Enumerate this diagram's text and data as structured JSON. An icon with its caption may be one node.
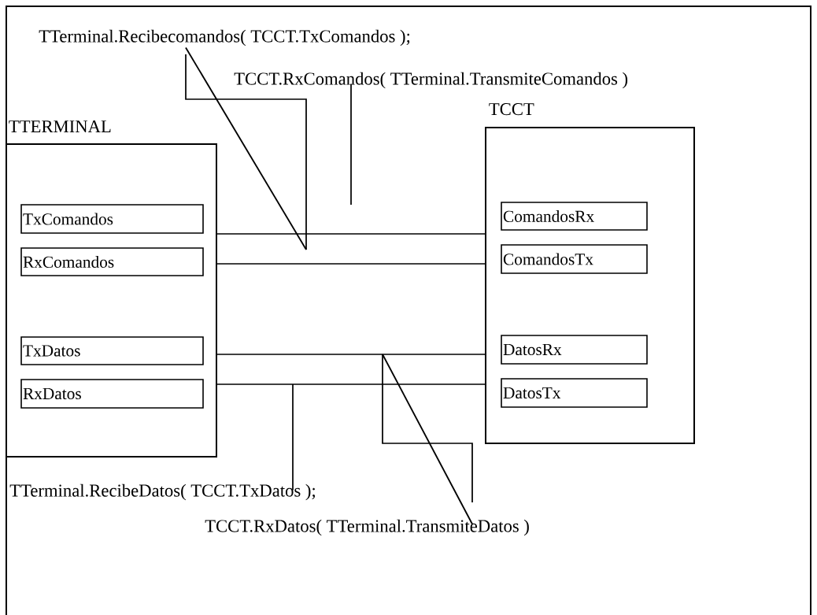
{
  "diagram": {
    "nodes": [
      {
        "text": [
          "TTERMINAL"
        ]
      },
      {
        "text": [
          "TxComandos"
        ],
        "in": 0
      },
      {
        "text": [
          "RxComandos"
        ],
        "in": 0
      },
      {
        "text": [
          "TxDatos"
        ],
        "in": 0
      },
      {
        "text": [
          "RxDatos"
        ],
        "in": 0
      },
      {
        "text": [
          "TCCT"
        ]
      },
      {
        "text": [
          "ComandosRx"
        ],
        "in": 5
      },
      {
        "text": [
          "ComandosTx"
        ],
        "in": 5
      },
      {
        "text": [
          "DatosRx"
        ],
        "in": 5
      },
      {
        "text": [
          "DatosTx"
        ],
        "in": 5
      },
      {
        "text": [
          "TTerminal.Recibecomandos( TCCT.TxComandos );"
        ]
      },
      {
        "text": [
          "TCCT.RxComandos( TTerminal.TransmiteComandos )"
        ]
      },
      {
        "text": [
          "TTerminal.RecibeDatos( TCCT.TxDatos );"
        ]
      },
      {
        "text": [
          "TCCT.RxDatos( TTerminal.TransmiteDatos )"
        ]
      }
    ],
    "edges": [
      {
        "from": 1,
        "to": 6,
        "arrow": "none"
      },
      {
        "from": 2,
        "to": 7,
        "arrow": "none"
      },
      {
        "from": 3,
        "to": 8,
        "arrow": "none"
      },
      {
        "from": 4,
        "to": 9,
        "arrow": "none"
      },
      {
        "from": 10,
        "to": null,
        "arrow": "none"
      },
      {
        "from": 11,
        "to": null,
        "arrow": "none"
      },
      {
        "from": 12,
        "to": null,
        "arrow": "none"
      },
      {
        "from": 13,
        "to": null,
        "arrow": "none"
      }
    ]
  }
}
